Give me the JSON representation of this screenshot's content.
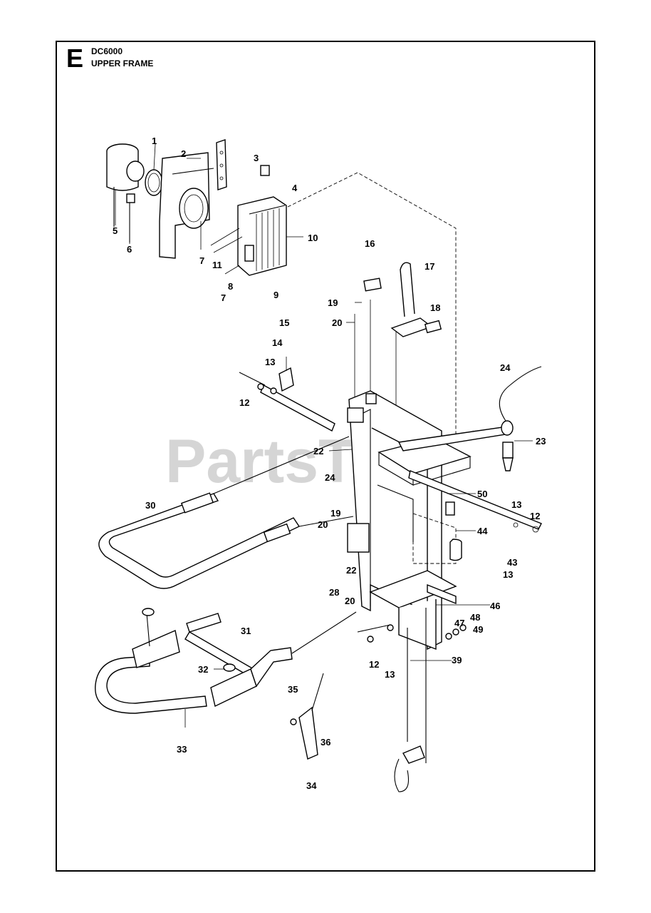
{
  "header": {
    "section_letter": "E",
    "model": "DC6000",
    "title": "UPPER FRAME"
  },
  "watermark": {
    "text": "PartsTree",
    "trademark": "™"
  },
  "callouts": [
    "1",
    "2",
    "3",
    "4",
    "5",
    "6",
    "7",
    "11",
    "8",
    "7",
    "9",
    "10",
    "16",
    "17",
    "18",
    "19",
    "20",
    "15",
    "14",
    "13",
    "12",
    "24",
    "23",
    "22",
    "24",
    "50",
    "30",
    "19",
    "20",
    "13",
    "12",
    "44",
    "43",
    "13",
    "22",
    "28",
    "20",
    "46",
    "47",
    "48",
    "49",
    "31",
    "12",
    "13",
    "39",
    "32",
    "35",
    "36",
    "33",
    "34"
  ]
}
